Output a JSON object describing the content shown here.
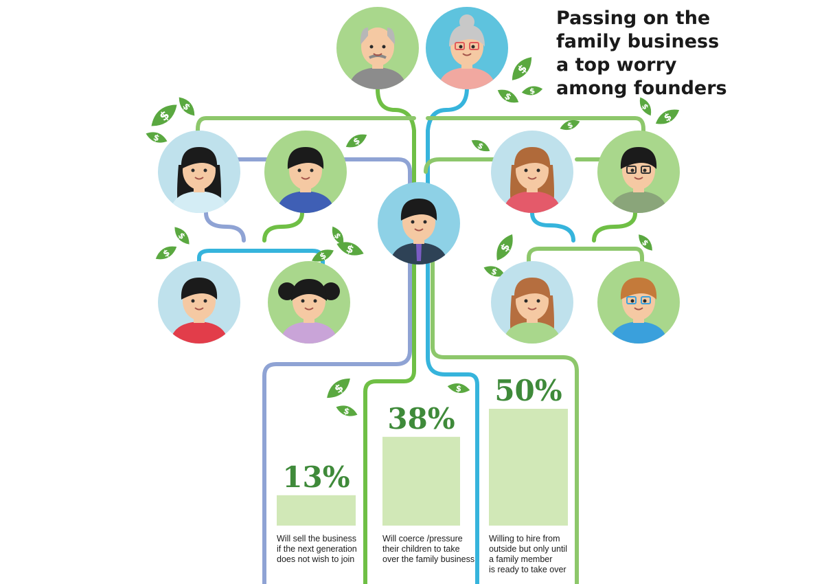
{
  "title_lines": [
    "Passing on the",
    "family business",
    "a top worry",
    "among founders"
  ],
  "colors": {
    "green": "#6fbf45",
    "blue": "#36b4dc",
    "periwinkle": "#8fa3d4",
    "light_green": "#8dc76b",
    "bar_fill": "#d1e8b7",
    "percent_text": "#3f8a3a",
    "leaf": "#5aa840"
  },
  "chart_data": {
    "type": "bar",
    "unit": "%",
    "categories": [
      "Will sell the business if the next generation does not wish to join",
      "Will coerce /pressure their children to take over the family business",
      "Willing to hire from outside but only until a family member is ready to take over"
    ],
    "values": [
      13,
      38,
      50
    ],
    "value_labels": [
      "13%",
      "38%",
      "50%"
    ],
    "caption_lines": [
      [
        "Will sell the business",
        "if the next generation",
        "does not wish to join"
      ],
      [
        "Will coerce /pressure",
        "their children to take",
        "over the family business"
      ],
      [
        "Willing to hire from",
        "outside but only until",
        "a family member",
        "is ready to take over"
      ]
    ],
    "title": "Passing on the family business a top worry among founders",
    "ylim": [
      0,
      50
    ],
    "grid": false,
    "legend": "none"
  },
  "people": [
    {
      "name": "grandfather-avatar",
      "bg": "#a9d78c",
      "skin": "#f5c9a3",
      "hair": "#b7b7b7",
      "shirt": "#8c8c8c",
      "style": "bald"
    },
    {
      "name": "grandmother-avatar",
      "bg": "#5ec3de",
      "skin": "#f5c9a3",
      "hair": "#c8c8c8",
      "shirt": "#f1a8a0",
      "style": "bun",
      "glasses": "#e05a5a"
    },
    {
      "name": "daughter-avatar",
      "bg": "#bfe1ec",
      "skin": "#f5c9a3",
      "hair": "#1b1b1b",
      "shirt": "#d4edf5",
      "style": "long"
    },
    {
      "name": "son-in-law-avatar",
      "bg": "#a9d78c",
      "skin": "#f5c9a3",
      "hair": "#1b1b1b",
      "shirt": "#3f5fb5",
      "style": "short"
    },
    {
      "name": "son-avatar",
      "bg": "#8ed1e6",
      "skin": "#f5c9a3",
      "hair": "#1b1b1b",
      "shirt": "#2e4256",
      "style": "short",
      "tie": true
    },
    {
      "name": "daughter-in-law-avatar",
      "bg": "#bfe1ec",
      "skin": "#f5c9a3",
      "hair": "#b06a3a",
      "shirt": "#e45a6a",
      "style": "long"
    },
    {
      "name": "son-2-avatar",
      "bg": "#a9d78c",
      "skin": "#f5c9a3",
      "hair": "#1b1b1b",
      "shirt": "#8aa57a",
      "style": "short",
      "glasses": "#333333"
    },
    {
      "name": "grandson-avatar",
      "bg": "#bfe1ec",
      "skin": "#f5c9a3",
      "hair": "#1b1b1b",
      "shirt": "#e23d4a",
      "style": "short"
    },
    {
      "name": "granddaughter-avatar",
      "bg": "#a9d78c",
      "skin": "#f5c9a3",
      "hair": "#1b1b1b",
      "shirt": "#c9a4d8",
      "style": "pigtails"
    },
    {
      "name": "granddaughter-2-avatar",
      "bg": "#bfe1ec",
      "skin": "#f5c9a3",
      "hair": "#b56e3f",
      "shirt": "#a9d78c",
      "style": "long"
    },
    {
      "name": "grandson-2-avatar",
      "bg": "#a9d78c",
      "skin": "#f5c9a3",
      "hair": "#c47a3a",
      "shirt": "#3aa0dc",
      "style": "short",
      "glasses": "#3aa0dc"
    }
  ]
}
